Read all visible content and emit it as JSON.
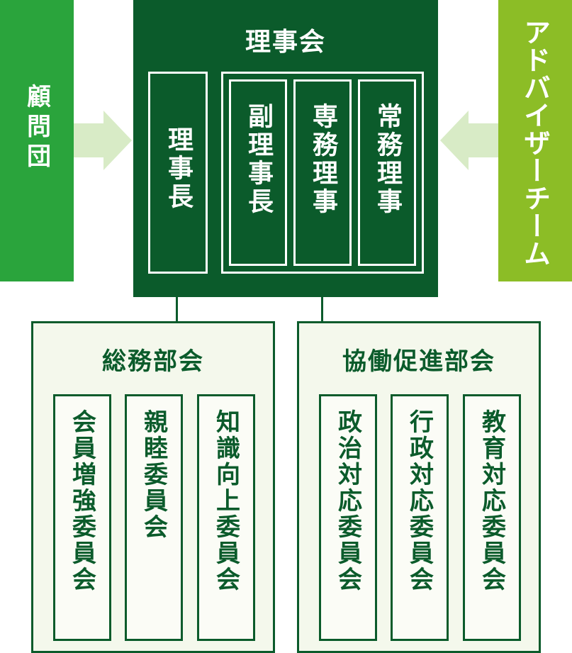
{
  "side": {
    "left_label": "顧問団",
    "right_label": "アドバイザーチーム"
  },
  "board": {
    "title": "理事会",
    "chair": "理事長",
    "roles": [
      "副理事長",
      "専務理事",
      "常務理事"
    ]
  },
  "departments": [
    {
      "title": "総務部会",
      "committees": [
        "会員増強委員会",
        "親睦委員会",
        "知識向上委員会"
      ]
    },
    {
      "title": "協働促進部会",
      "committees": [
        "政治対応委員会",
        "行政対応委員会",
        "教育対応委員会"
      ]
    }
  ],
  "colors": {
    "board_green": "#0b5b2b",
    "advisors_green": "#2aa43c",
    "advisory_team_green": "#8cbd26",
    "arrow": "#d8ebc6",
    "dept_bg": "#f4f8ec"
  }
}
